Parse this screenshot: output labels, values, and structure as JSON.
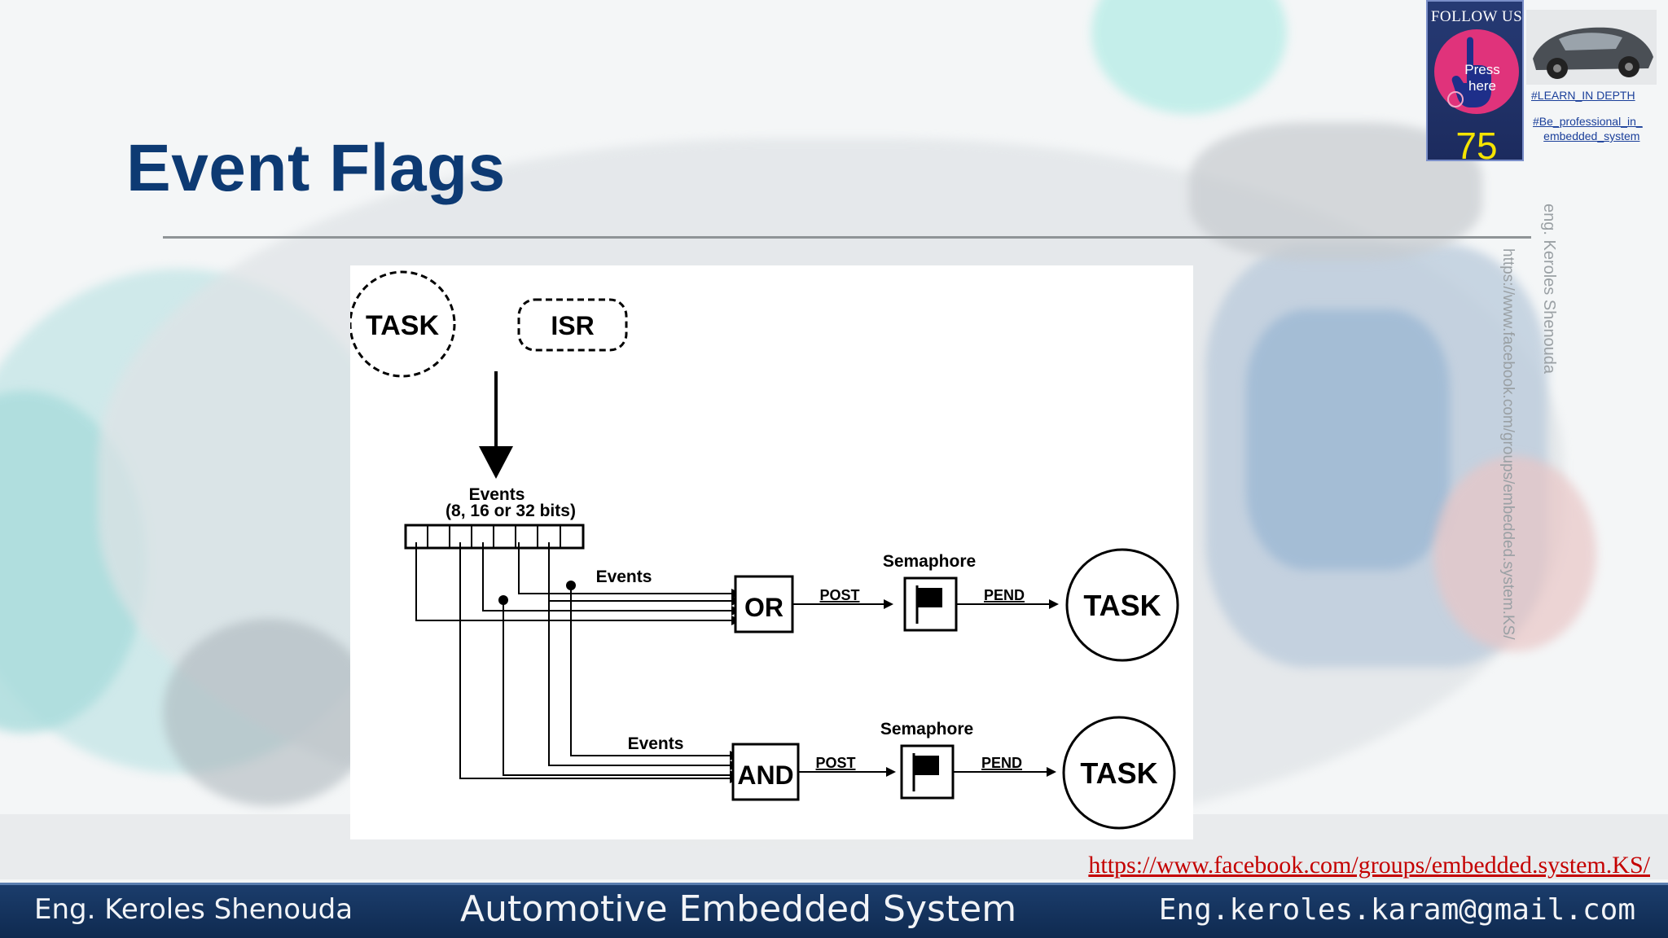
{
  "slide": {
    "title": "Event Flags"
  },
  "diagram": {
    "task_top": "TASK",
    "isr": "ISR",
    "events_register_line1": "Events",
    "events_register_line2": "(8, 16 or 32 bits)",
    "or_group": {
      "events_label": "Events",
      "gate": "OR",
      "post": "POST",
      "semaphore": "Semaphore",
      "pend": "PEND",
      "task": "TASK"
    },
    "and_group": {
      "events_label": "Events",
      "gate": "AND",
      "post": "POST",
      "semaphore": "Semaphore",
      "pend": "PEND",
      "task": "TASK"
    }
  },
  "watermarks": {
    "author": "eng. Keroles Shenouda",
    "group_url": "https://www.facebook.com/groups/embedded.system.KS/"
  },
  "follow_widget": {
    "title": "FOLLOW US",
    "press": "Press",
    "here": "here",
    "count": "75",
    "hashtag1": "#LEARN_IN DEPTH",
    "hashtag2_line1": "#Be_professional_in_",
    "hashtag2_line2": "embedded_system",
    "icons": [
      "hand-pointer-icon",
      "car-thumbnail"
    ]
  },
  "footer": {
    "facebook_link": "https://www.facebook.com/groups/embedded.system.KS/",
    "author": "Eng. Keroles Shenouda",
    "course": "Automotive Embedded System",
    "email": "Eng.keroles.karam@gmail.com"
  },
  "colors": {
    "title": "#0d3a73",
    "footer_bar": "#1b3d6c",
    "link_red": "#c40000",
    "follow_pink": "#e0337b",
    "follow_count_yellow": "#f5e400"
  }
}
